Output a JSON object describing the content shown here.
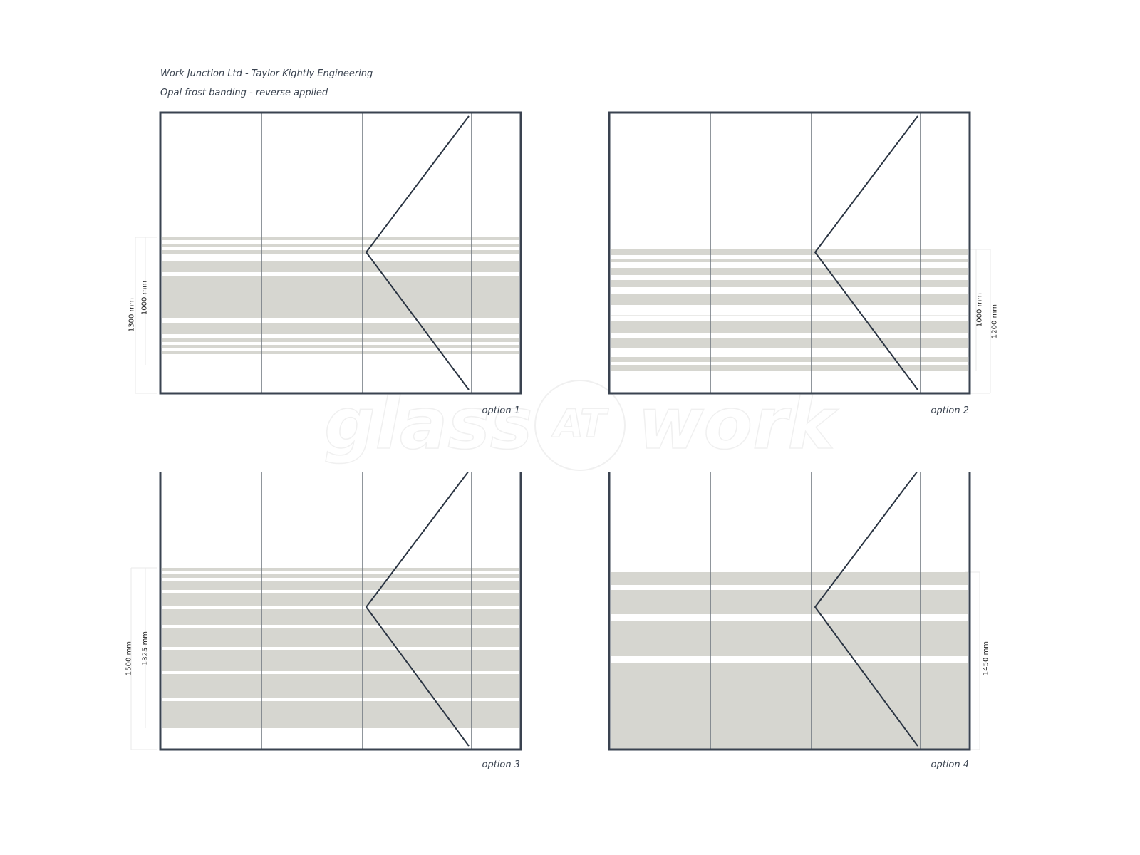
{
  "header": {
    "title": "Work Junction Ltd - Taylor Kightly Engineering",
    "subtitle": "Opal frost banding - reverse applied"
  },
  "watermark": {
    "word_left": "glass",
    "word_mid": "AT",
    "word_right": "work"
  },
  "colors": {
    "frame": "#3a4350",
    "divider": "#6c737c",
    "band": "#d6d6d0",
    "door": "#2a3442",
    "dimension_line": "#eaeaea"
  },
  "options": [
    {
      "label": "option 1",
      "dimensions": [
        "1300 mm",
        "1000 mm"
      ]
    },
    {
      "label": "option 2",
      "dimensions": [
        "1000 mm",
        "1200 mm"
      ]
    },
    {
      "label": "option 3",
      "dimensions": [
        "1500 mm",
        "1325 mm"
      ]
    },
    {
      "label": "option 4",
      "dimensions": [
        "1450 mm"
      ]
    }
  ]
}
